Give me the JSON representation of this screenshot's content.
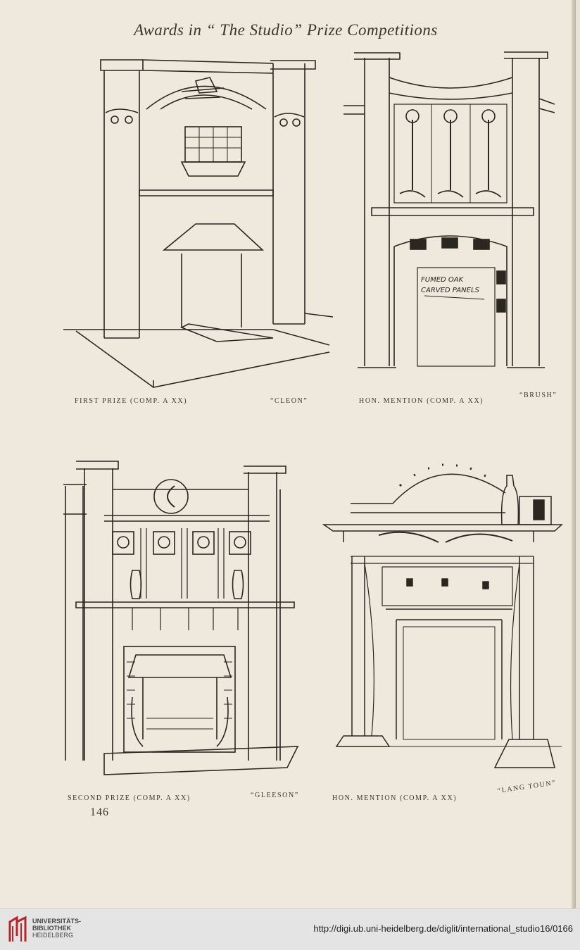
{
  "running_title": "Awards in “ The Studio”  Prize Competitions",
  "plates": [
    {
      "caption_left": "FIRST PRIZE (COMP. A XX)",
      "caption_right": "“CLEON”"
    },
    {
      "caption_left": "HON. MENTION (COMP. A XX)",
      "caption_right": "“BRUSH”",
      "annotation_1": "FUMED OAK",
      "annotation_2": "CARVED PANELS"
    },
    {
      "caption_left": "SECOND PRIZE (COMP. A XX)",
      "caption_right": "“GLEESON”"
    },
    {
      "caption_left": "HON. MENTION (COMP. A XX)",
      "caption_right": "“LANG TOUN”"
    }
  ],
  "page_number": "146",
  "footer": {
    "library_line1": "UNIVERSITÄTS-",
    "library_line2": "BIBLIOTHEK",
    "library_line3": "HEIDELBERG",
    "url": "http://digi.ub.uni-heidelberg.de/diglit/international_studio16/0166"
  },
  "colors": {
    "paper": "#eee9dc",
    "ink": "#2a2620",
    "accent_red": "#b5272d"
  }
}
